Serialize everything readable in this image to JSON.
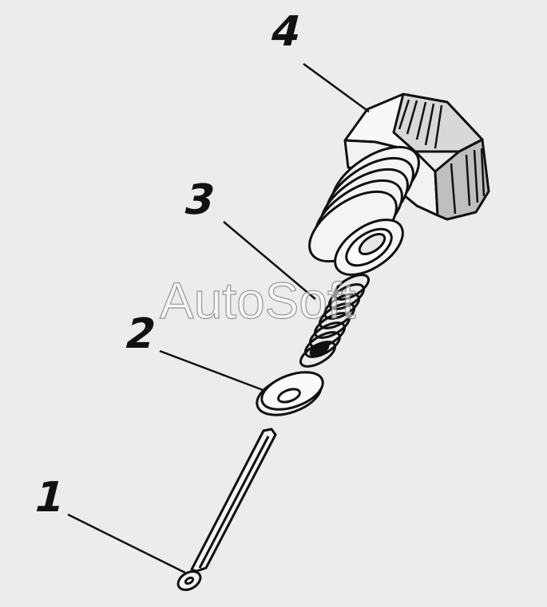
{
  "callouts": {
    "part1": "1",
    "part2": "2",
    "part3": "3",
    "part4": "4"
  },
  "watermark": "AutoSoft",
  "colors": {
    "background": "#ececec",
    "ink": "#111111",
    "paper": "#f4f4f4"
  }
}
